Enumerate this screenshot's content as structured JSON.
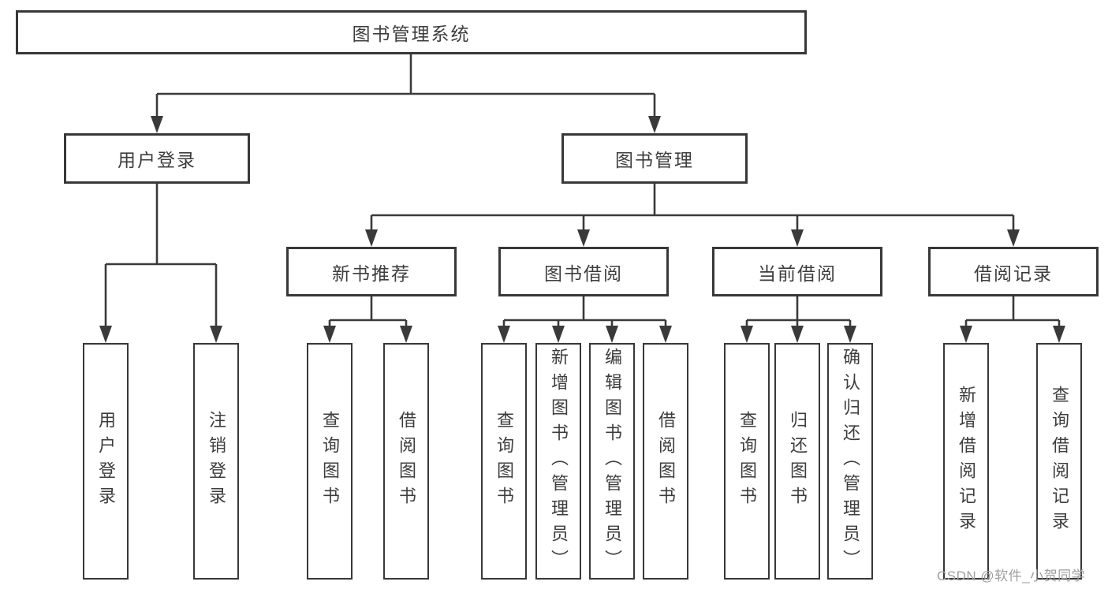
{
  "colors": {
    "line": "#3a3a3a",
    "box_border": "#383838",
    "text": "#3d3d3d",
    "watermark": "#9e9e9e"
  },
  "nodes": {
    "root": "图书管理系统",
    "user_login": "用户登录",
    "book_mgmt": "图书管理",
    "new_book_rec": "新书推荐",
    "book_borrow": "图书借阅",
    "current_borrow": "当前借阅",
    "borrow_records": "借阅记录",
    "leaf_user_login": "用户登录",
    "leaf_logout_login": "注销登录",
    "leaf_query_book_rec": "查询图书",
    "leaf_borrow_book_rec": "借阅图书",
    "leaf_query_book_borrow": "查询图书",
    "leaf_add_book_admin": "新增图书（管理员）",
    "leaf_edit_book_admin": "编辑图书（管理员）",
    "leaf_borrow_book_borrow": "借阅图书",
    "leaf_query_book_current": "查询图书",
    "leaf_return_book": "归还图书",
    "leaf_confirm_return_admin": "确认归还（管理员）",
    "leaf_add_borrow_record": "新增借阅记录",
    "leaf_query_borrow_record": "查询借阅记录"
  },
  "structure": {
    "图书管理系统": [
      "用户登录",
      "图书管理"
    ],
    "用户登录": [
      "用户登录",
      "注销登录"
    ],
    "图书管理": [
      "新书推荐",
      "图书借阅",
      "当前借阅",
      "借阅记录"
    ],
    "新书推荐": [
      "查询图书",
      "借阅图书"
    ],
    "图书借阅": [
      "查询图书",
      "新增图书（管理员）",
      "编辑图书（管理员）",
      "借阅图书"
    ],
    "当前借阅": [
      "查询图书",
      "归还图书",
      "确认归还（管理员）"
    ],
    "借阅记录": [
      "新增借阅记录",
      "查询借阅记录"
    ]
  },
  "watermark": "CSDN @软件_小贺同学"
}
